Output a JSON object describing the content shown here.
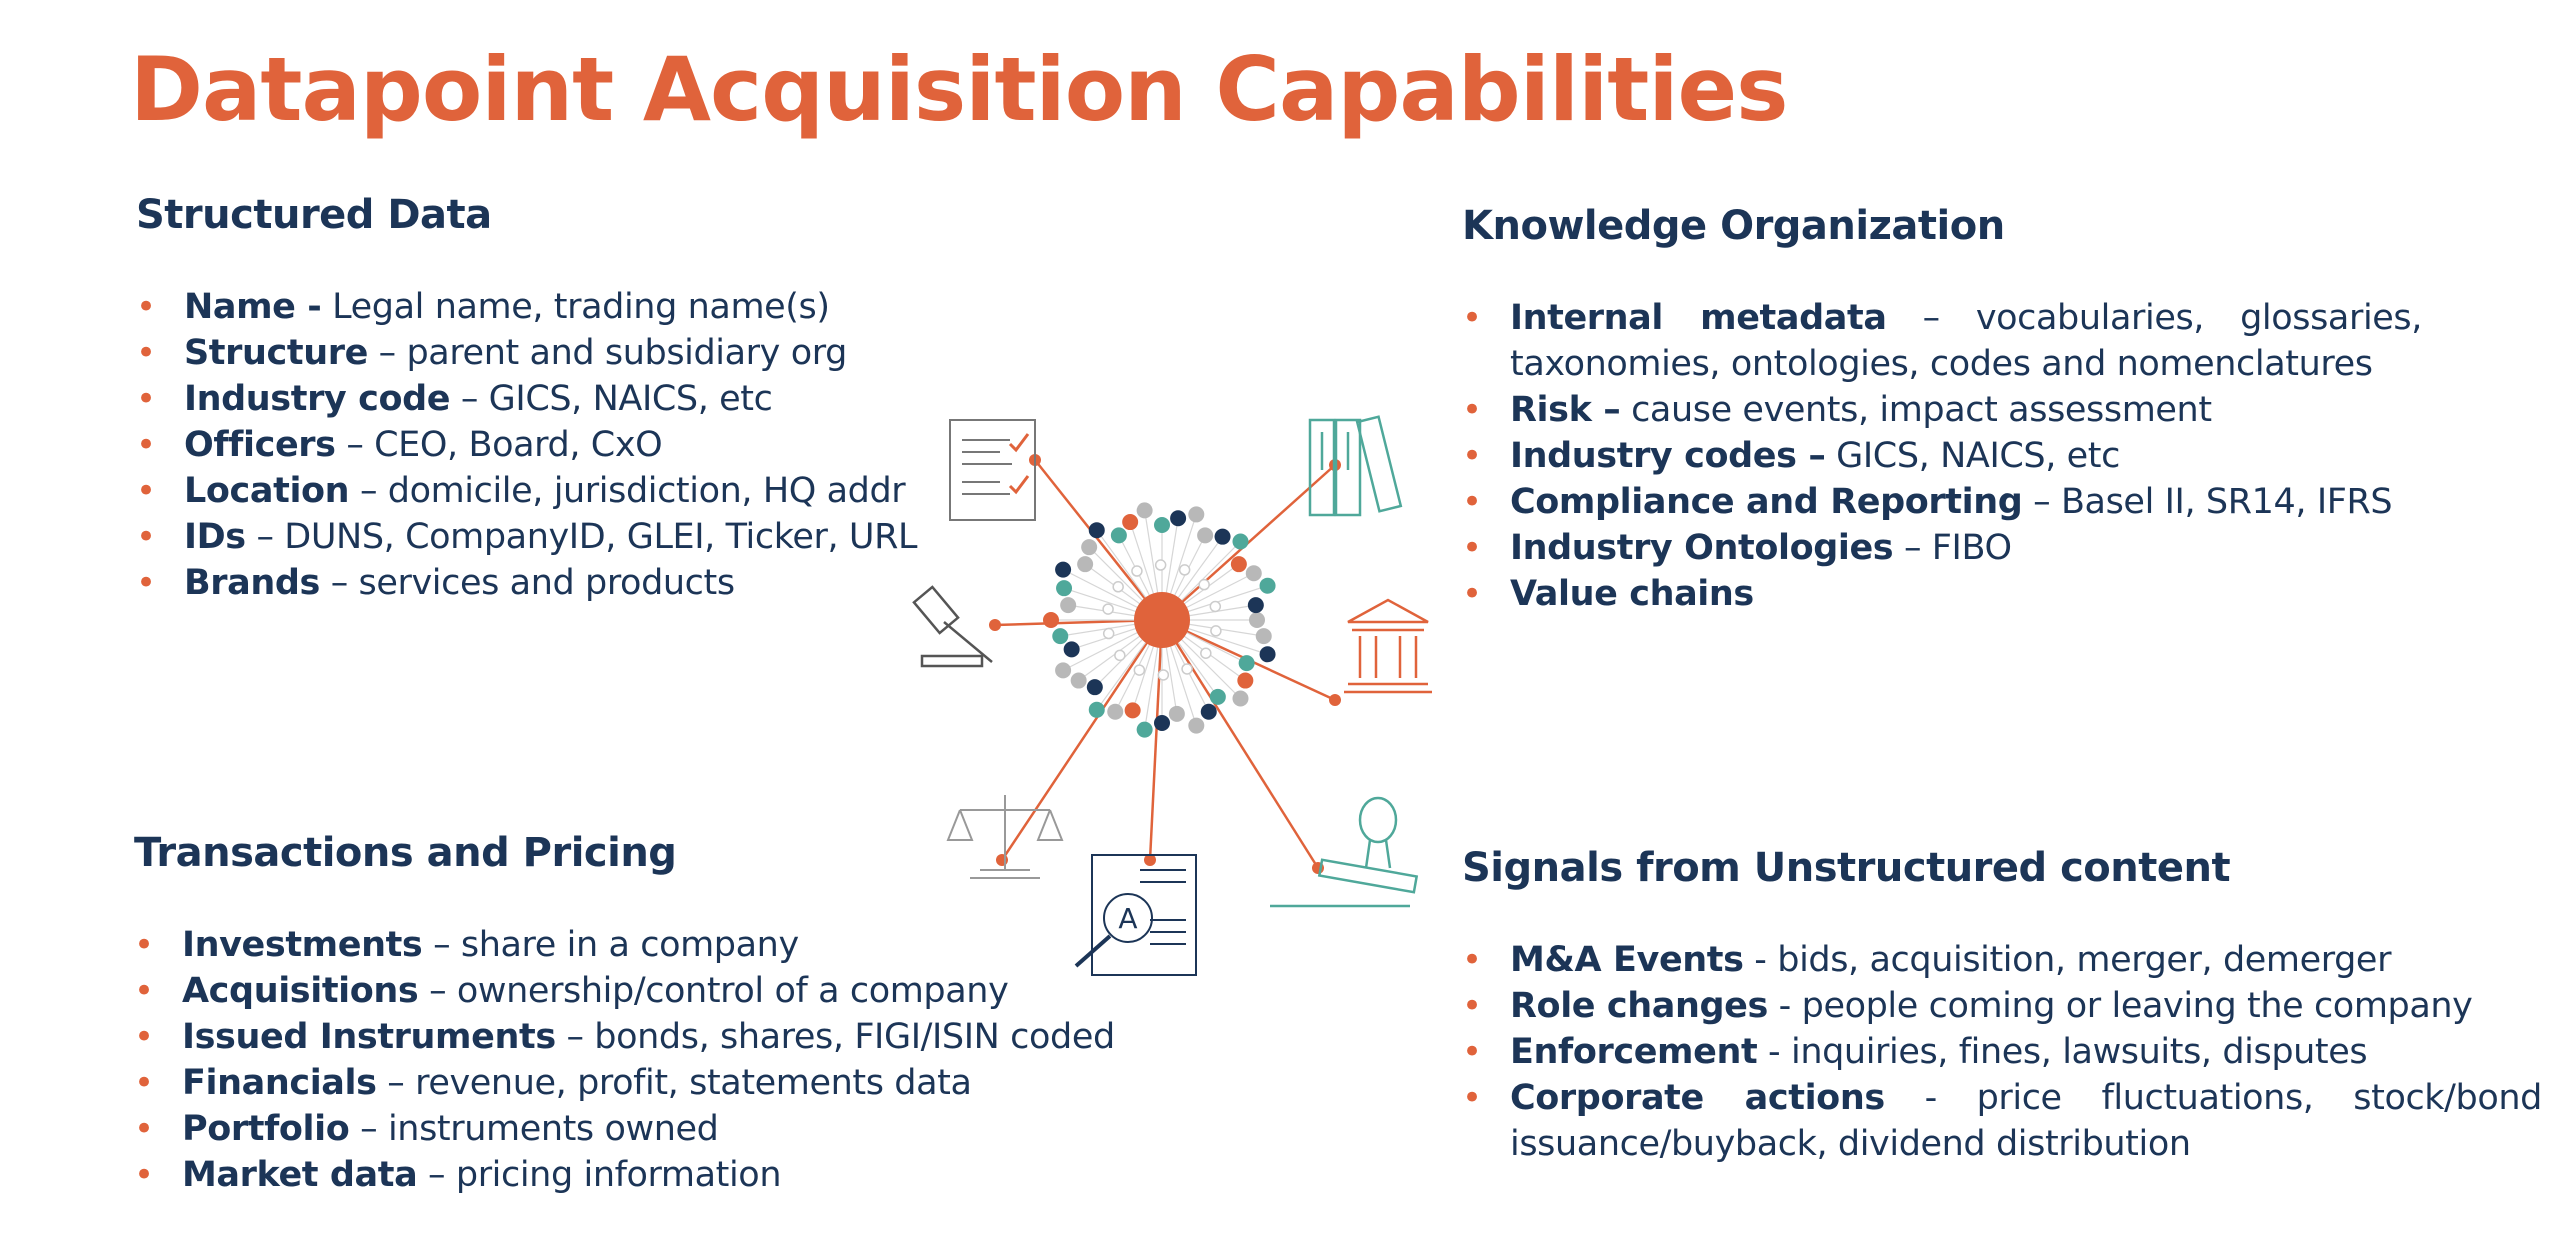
{
  "title": "Datapoint Acquisition Capabilities",
  "colors": {
    "accent": "#e0633b",
    "navy": "#1c3557",
    "teal": "#4fa89a",
    "grey": "#b8b8b8"
  },
  "sections": {
    "structured": {
      "heading": "Structured Data",
      "items": [
        {
          "term": "Name -",
          "desc": " Legal name, trading name(s)"
        },
        {
          "term": "Structure",
          "desc": " – parent and subsidiary org"
        },
        {
          "term": "Industry code",
          "desc": " – GICS, NAICS, etc"
        },
        {
          "term": "Officers",
          "desc": " – CEO, Board, CxO"
        },
        {
          "term": "Location",
          "desc": " – domicile, jurisdiction, HQ addr"
        },
        {
          "term": "IDs",
          "desc": " – DUNS, CompanyID, GLEI, Ticker, URL"
        },
        {
          "term": "Brands",
          "desc": " – services and products"
        }
      ]
    },
    "knowledge": {
      "heading": "Knowledge Organization",
      "items": [
        {
          "term": "Internal metadata",
          "desc": " – vocabularies, glossaries, taxonomies, ontologies, codes and nomenclatures"
        },
        {
          "term": "Risk –",
          "desc": " cause events, impact assessment"
        },
        {
          "term": "Industry codes –",
          "desc": " GICS, NAICS, etc"
        },
        {
          "term": "Compliance and Reporting",
          "desc": " – Basel II, SR14, IFRS"
        },
        {
          "term": "Industry Ontologies",
          "desc": " – FIBO"
        },
        {
          "term": "Value chains",
          "desc": ""
        }
      ]
    },
    "transactions": {
      "heading": "Transactions and Pricing",
      "items": [
        {
          "term": "Investments",
          "desc": " – share in a company"
        },
        {
          "term": "Acquisitions",
          "desc": " – ownership/control of a company"
        },
        {
          "term": "Issued Instruments",
          "desc": " – bonds, shares, FIGI/ISIN coded"
        },
        {
          "term": "Financials",
          "desc": " – revenue, profit, statements data"
        },
        {
          "term": "Portfolio",
          "desc": " – instruments owned"
        },
        {
          "term": "Market data",
          "desc": " – pricing information"
        }
      ]
    },
    "signals": {
      "heading": "Signals from Unstructured content",
      "items": [
        {
          "term": "M&A Events",
          "desc": " - bids, acquisition, merger, demerger"
        },
        {
          "term": "Role changes",
          "desc": " - people coming or leaving the company"
        },
        {
          "term": "Enforcement",
          "desc": " - inquiries, fines, lawsuits, disputes"
        },
        {
          "term": "Corporate actions",
          "desc": " - price fluctuations, stock/bond issuance/buyback, dividend distribution"
        }
      ]
    }
  },
  "illustration": {
    "icons": [
      "checklist-document-icon",
      "binders-icon",
      "gavel-icon",
      "bank-building-icon",
      "scales-icon",
      "magnified-document-icon",
      "stamp-icon"
    ]
  }
}
